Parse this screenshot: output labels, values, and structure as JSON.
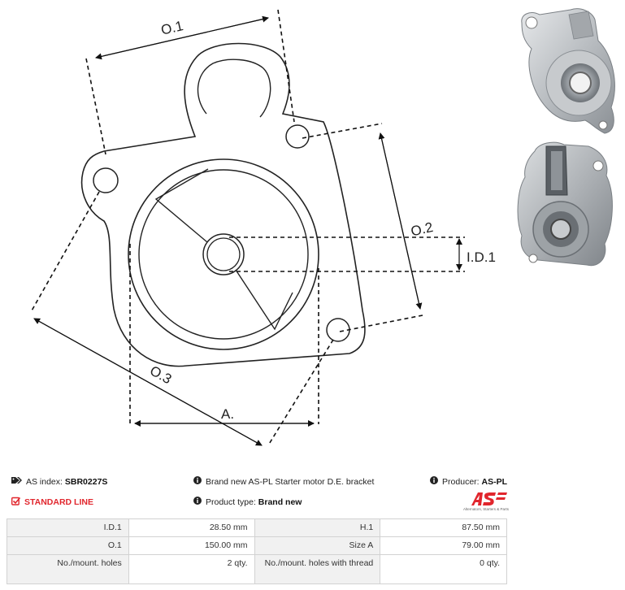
{
  "drawing": {
    "labels": {
      "o1": "O.1",
      "o2": "O.2",
      "o3": "O.3",
      "id1": "I.D.1",
      "a": "A."
    }
  },
  "info": {
    "as_index_label": "AS index:",
    "as_index_value": "SBR0227S",
    "description": "Brand new AS-PL Starter motor D.E. bracket",
    "producer_label": "Producer:",
    "producer_value": "AS-PL",
    "line": "STANDARD LINE",
    "product_type_label": "Product type:",
    "product_type_value": "Brand new"
  },
  "brand": {
    "logo_text": "AS",
    "tagline": "Alternators, Starters & Parts",
    "accent": "#e1262d"
  },
  "specs": [
    [
      "I.D.1",
      "28.50 mm",
      "H.1",
      "87.50 mm"
    ],
    [
      "O.1",
      "150.00 mm",
      "Size A",
      "79.00 mm"
    ],
    [
      "No./mount. holes",
      "2 qty.",
      "No./mount. holes with thread",
      "0 qty."
    ]
  ]
}
